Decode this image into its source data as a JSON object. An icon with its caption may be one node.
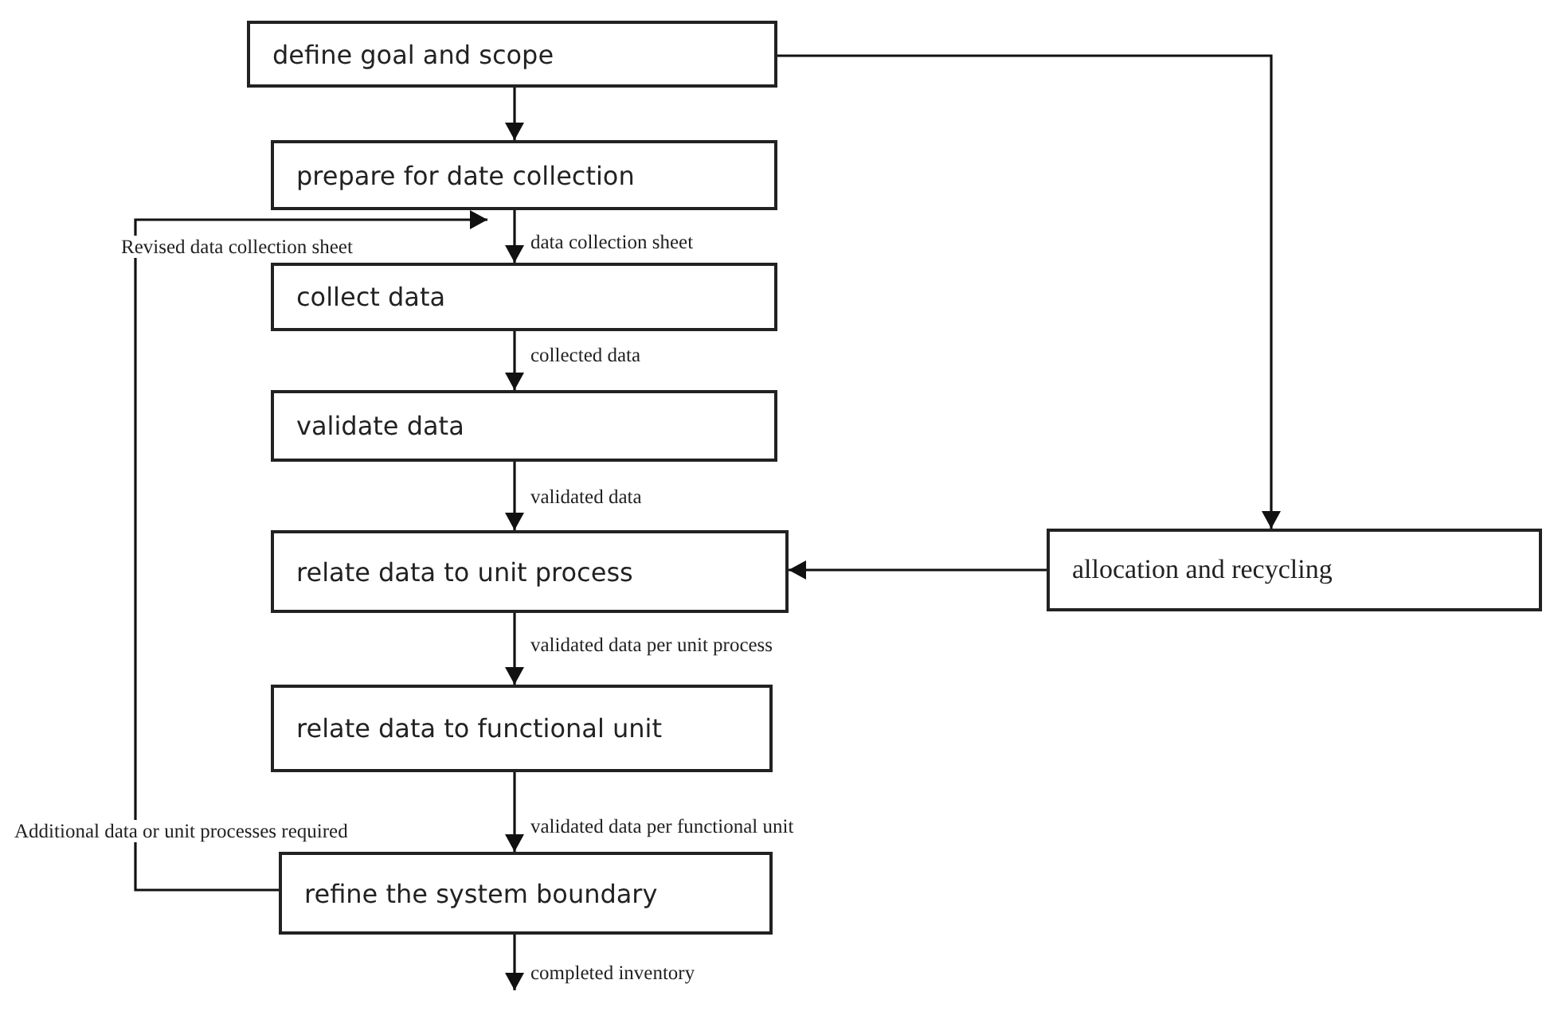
{
  "diagram": {
    "nodes": [
      {
        "text": [
          "define goal and scope"
        ]
      },
      {
        "text": [
          "prepare for date collection"
        ]
      },
      {
        "text": [
          "collect data"
        ]
      },
      {
        "text": [
          "validate data"
        ]
      },
      {
        "text": [
          "relate data to unit process"
        ]
      },
      {
        "text": [
          "relate data to functional unit"
        ]
      },
      {
        "text": [
          "refine the system boundary"
        ]
      },
      {
        "text": [
          "allocation and recycling"
        ]
      }
    ],
    "edges": [
      {
        "from": 0,
        "to": 1,
        "arrow": "to"
      },
      {
        "from": 1,
        "to": 2,
        "arrow": "to",
        "label": "data collection sheet"
      },
      {
        "from": 2,
        "to": 3,
        "arrow": "to",
        "label": "collected data"
      },
      {
        "from": 3,
        "to": 4,
        "arrow": "to",
        "label": "validated data"
      },
      {
        "from": 0,
        "to": 7,
        "arrow": "to"
      },
      {
        "from": 7,
        "to": 4,
        "arrow": "to"
      },
      {
        "from": 4,
        "to": 5,
        "arrow": "to",
        "label": "validated data per unit process"
      },
      {
        "from": 5,
        "to": 6,
        "arrow": "to",
        "label": "validated data per functional unit"
      },
      {
        "from": 6,
        "to": 1,
        "arrow": "to",
        "label": "Revised data collection sheet"
      },
      {
        "from": 6,
        "to": null,
        "arrow": "to",
        "label": "completed inventory"
      }
    ],
    "labels": [
      "Additional data or unit processes required"
    ]
  }
}
